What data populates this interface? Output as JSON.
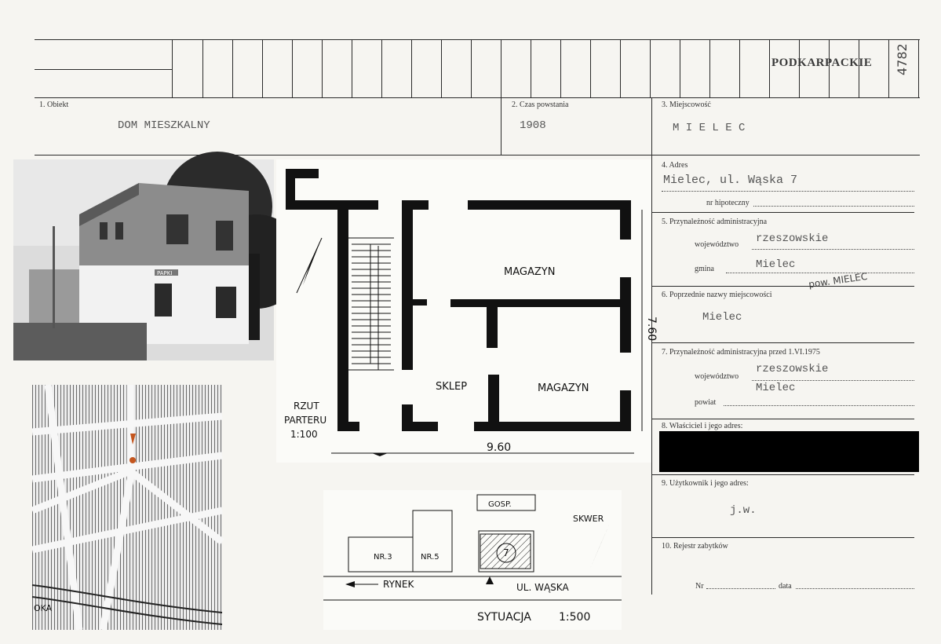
{
  "header": {
    "region_stamp": "PODKARPACKIE",
    "catalog_number": "4782"
  },
  "fields": {
    "f1": {
      "label": "1. Obiekt",
      "value": "DOM MIESZKALNY"
    },
    "f2": {
      "label": "2. Czas powstania",
      "value": "1908"
    },
    "f3": {
      "label": "3. Miejscowość",
      "value": "M I E L E C"
    },
    "f4": {
      "label": "4. Adres",
      "value": "Mielec, ul. Wąska 7",
      "sub_label": "nr hipoteczny"
    },
    "f5": {
      "label": "5. Przynależność administracyjna",
      "voivodeship_label": "województwo",
      "voivodeship": "rzeszowskie",
      "commune_label": "gmina",
      "commune": "Mielec",
      "handwritten_note": "pow. MIELEC"
    },
    "f6": {
      "label": "6. Poprzednie nazwy miejscowości",
      "value": "Mielec"
    },
    "f7": {
      "label": "7. Przynależność administracyjna przed 1.VI.1975",
      "voivodeship_label": "województwo",
      "voivodeship": "rzeszowskie",
      "district_label": "powiat",
      "district": "Mielec"
    },
    "f8": {
      "label": "8. Właściciel i jego adres:"
    },
    "f9": {
      "label": "9. Użytkownik i jego adres:",
      "value": "j.w."
    },
    "f10": {
      "label": "10. Rejestr zabytków",
      "nr_label": "Nr",
      "data_label": "data"
    }
  },
  "floor_plan": {
    "room_1": "MAGAZYN",
    "room_2": "MAGAZYN",
    "room_3": "SKLEP",
    "title_1": "RZUT",
    "title_2": "PARTERU",
    "scale": "1:100",
    "width_dim": "9.60",
    "depth_dim": "7.60"
  },
  "site_plan": {
    "gosp": "GOSP.",
    "skwer": "SKWER",
    "nr3": "NR.3",
    "nr5": "NR.5",
    "house_no": "7",
    "rynek": "RYNEK",
    "street": "UL. WĄSKA",
    "title": "SYTUACJA",
    "scale": "1:500"
  },
  "map_labels": {
    "bottom_label": "OKA"
  },
  "photo_sign": "PAPKI"
}
